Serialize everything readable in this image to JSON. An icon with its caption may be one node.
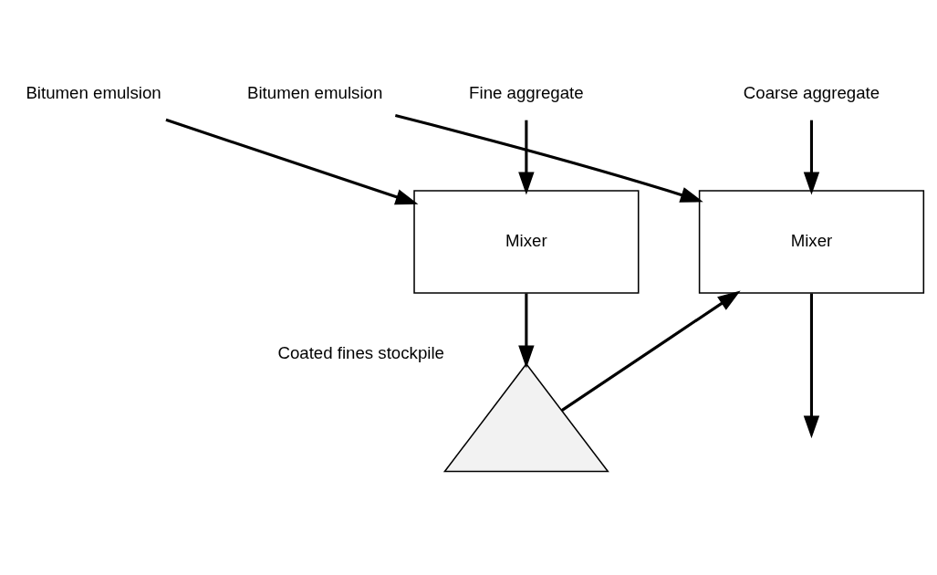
{
  "diagram": {
    "nodes": [
      {
        "text": [
          "Bitumen emulsion"
        ]
      },
      {
        "text": [
          "Fine aggregate"
        ]
      },
      {
        "text": [
          "Mixer"
        ]
      },
      {
        "text": [],
        "shape": "triangle",
        "beside": [
          "Coated fines stockpile"
        ]
      },
      {
        "text": [
          "Bitumen emulsion"
        ]
      },
      {
        "text": [
          "Coarse aggregate"
        ]
      },
      {
        "text": [
          "Mixer"
        ]
      }
    ],
    "edges": [
      {
        "from": 0,
        "to": 2,
        "arrow": "to"
      },
      {
        "from": 1,
        "to": 2,
        "arrow": "to"
      },
      {
        "from": 2,
        "to": 3,
        "arrow": "to"
      },
      {
        "from": 3,
        "to": 6,
        "arrow": "to"
      },
      {
        "from": 4,
        "to": 6,
        "arrow": "to"
      },
      {
        "from": 5,
        "to": 6,
        "arrow": "to"
      },
      {
        "from": 6,
        "to": null,
        "arrow": "to"
      }
    ]
  }
}
